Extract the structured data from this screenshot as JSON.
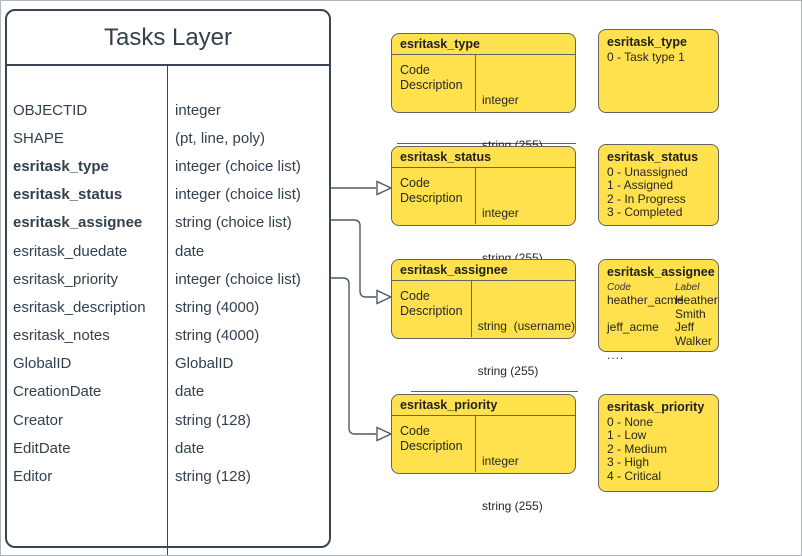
{
  "colors": {
    "box_fill": "#FFE14D",
    "box_border": "#636363",
    "table_stroke": "#3A4651",
    "text_dark": "#33404E",
    "box_text": "#262626",
    "connector": "#4D5A66",
    "canvas_border": "#B0B6BB",
    "background": "#FFFFFF"
  },
  "main_table": {
    "title": "Tasks Layer",
    "fields": [
      {
        "name": "OBJECTID",
        "type": "integer",
        "bold": false
      },
      {
        "name": "SHAPE",
        "type": "(pt, line, poly)",
        "bold": false
      },
      {
        "name": "esritask_type",
        "type": "integer (choice list)",
        "bold": true
      },
      {
        "name": "esritask_status",
        "type": "integer (choice list)",
        "bold": true
      },
      {
        "name": "esritask_assignee",
        "type": "string (choice list)",
        "bold": true
      },
      {
        "name": "esritask_duedate",
        "type": "date",
        "bold": false
      },
      {
        "name": "esritask_priority",
        "type": "integer (choice list)",
        "bold": false
      },
      {
        "name": "esritask_description",
        "type": "string (4000)",
        "bold": false
      },
      {
        "name": "esritask_notes",
        "type": "string (4000)",
        "bold": false
      },
      {
        "name": "GlobalID",
        "type": "GlobalID",
        "bold": false
      },
      {
        "name": "CreationDate",
        "type": "date",
        "bold": false
      },
      {
        "name": "Creator",
        "type": "string (128)",
        "bold": false
      },
      {
        "name": "EditDate",
        "type": "date",
        "bold": false
      },
      {
        "name": "Editor",
        "type": "string (128)",
        "bold": false
      }
    ]
  },
  "domain_tables": [
    {
      "title": "esritask_type",
      "rows": [
        [
          "Code",
          "integer"
        ],
        [
          "Description",
          "string (255)"
        ]
      ]
    },
    {
      "title": "esritask_status",
      "rows": [
        [
          "Code",
          "integer"
        ],
        [
          "Description",
          "string (255)"
        ]
      ]
    },
    {
      "title": "esritask_assignee",
      "rows": [
        [
          "Code",
          "string  (username)"
        ],
        [
          "Description",
          "string (255)"
        ]
      ]
    },
    {
      "title": "esritask_priority",
      "rows": [
        [
          "Code",
          "integer"
        ],
        [
          "Description",
          "string (255)"
        ]
      ]
    }
  ],
  "value_lists": [
    {
      "title": "esritask_type",
      "items": [
        "0 - Task type 1"
      ]
    },
    {
      "title": "esritask_status",
      "items": [
        "0 - Unassigned",
        "1 - Assigned",
        "2 - In Progress",
        "3 - Completed"
      ]
    },
    {
      "title": "esritask_assignee",
      "columns": [
        "Code",
        "Label"
      ],
      "rows": [
        [
          "heather_acme",
          "Heather Smith"
        ],
        [
          "jeff_acme",
          "Jeff Walker"
        ]
      ],
      "more": "...."
    },
    {
      "title": "esritask_priority",
      "items": [
        "0 - None",
        "1 - Low",
        "2 - Medium",
        "3 - High",
        "4 - Critical"
      ]
    }
  ]
}
